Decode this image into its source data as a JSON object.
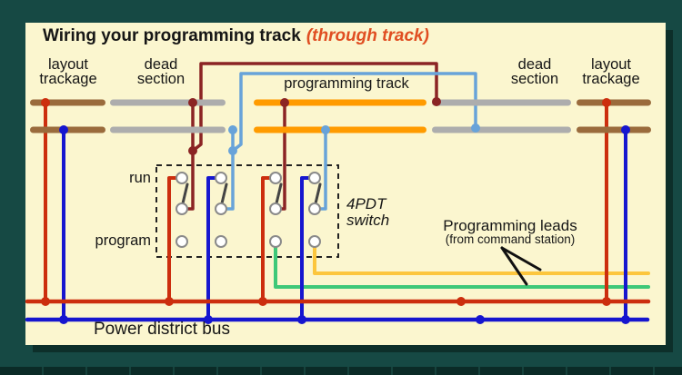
{
  "title": {
    "main": "Wiring your programming track",
    "accent": "(through track)"
  },
  "sections": [
    {
      "lines": [
        "layout",
        "trackage"
      ]
    },
    {
      "lines": [
        "dead",
        "section"
      ]
    },
    {
      "lines": [
        "programming track"
      ]
    },
    {
      "lines": [
        "dead",
        "section"
      ]
    },
    {
      "lines": [
        "layout",
        "trackage"
      ]
    }
  ],
  "switch": {
    "position_run": "run",
    "position_program": "program",
    "label_lines": [
      "4PDT",
      "switch"
    ]
  },
  "programming_leads": {
    "title": "Programming leads",
    "subtitle": "(from command station)"
  },
  "power_bus": {
    "label": "Power district bus"
  },
  "colors": {
    "background": "#164944",
    "panel": "#fbf6cf",
    "text": "#161616",
    "title_accent": "#e04e22",
    "rail_brown": "#9a6b3c",
    "rail_gray": "#adadad",
    "rail_orange": "#ff9b00",
    "wire_red": "#cc2e0e",
    "wire_blue": "#1616cf",
    "wire_maroon": "#8b2424",
    "wire_lightblue": "#68a3d9",
    "wire_green": "#3ec878",
    "wire_yellow": "#fcc63d"
  }
}
